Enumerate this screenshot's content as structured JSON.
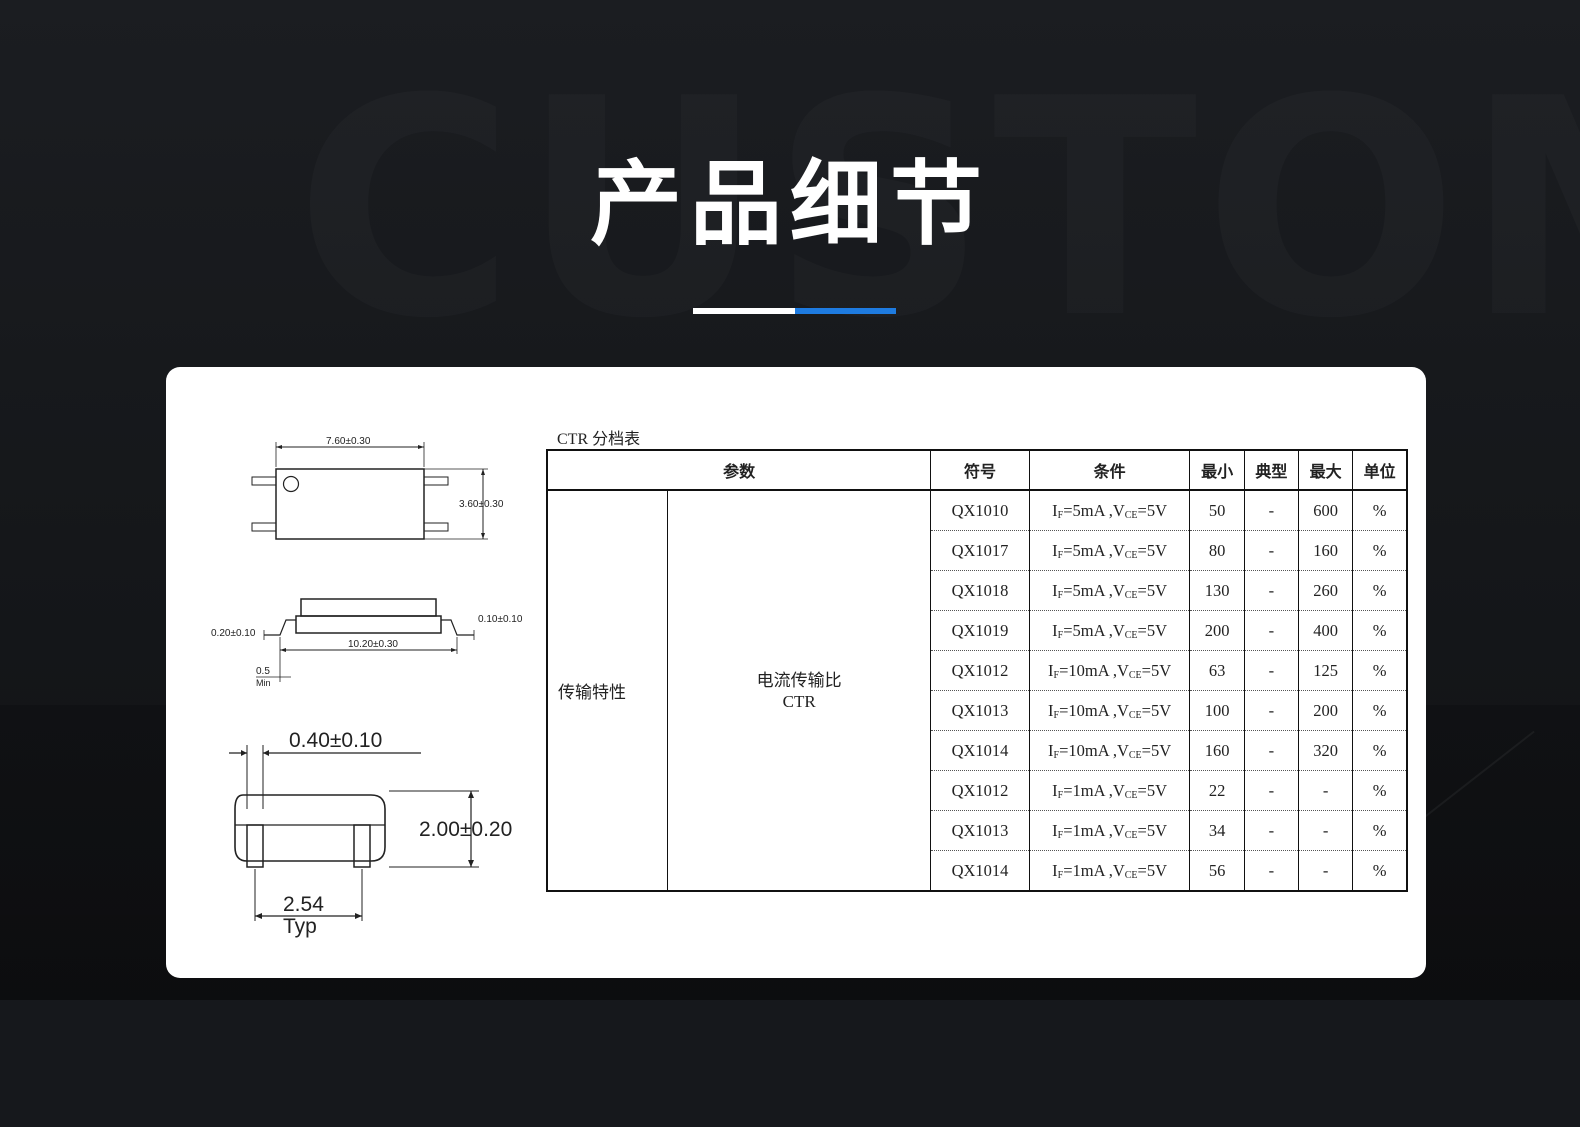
{
  "page": {
    "title": "产品细节",
    "watermark": "CUSTOM",
    "colors": {
      "background": "#16181c",
      "accent_blue": "#1e7be0",
      "accent_white": "#ffffff",
      "card": "#ffffff"
    }
  },
  "drawings": {
    "top_view": {
      "width_dim": "7.60±0.30",
      "height_dim": "3.60±0.30"
    },
    "side_view": {
      "lead_thickness": "0.20±0.10",
      "right_dim": "0.10±0.10",
      "length_dim": "10.20±0.30",
      "min_val": "0.5",
      "min_label": "Min"
    },
    "end_view": {
      "lead_width": "0.40±0.10",
      "height_dim": "2.00±0.20",
      "pitch": "2.54",
      "pitch_label": "Typ"
    }
  },
  "table": {
    "caption": "CTR 分档表",
    "headers": {
      "param": "参数",
      "symbol": "符号",
      "condition": "条件",
      "min": "最小",
      "typ": "典型",
      "max": "最大",
      "unit": "单位"
    },
    "param_group": "传输特性",
    "param_name_line1": "电流传输比",
    "param_name_line2": "CTR",
    "rows": [
      {
        "symbol": "QX1010",
        "if_val": "=5mA ,V",
        "vce_val": "=5V",
        "min": "50",
        "typ": "-",
        "max": "600",
        "unit": "%"
      },
      {
        "symbol": "QX1017",
        "if_val": "=5mA ,V",
        "vce_val": "=5V",
        "min": "80",
        "typ": "-",
        "max": "160",
        "unit": "%"
      },
      {
        "symbol": "QX1018",
        "if_val": "=5mA ,V",
        "vce_val": "=5V",
        "min": "130",
        "typ": "-",
        "max": "260",
        "unit": "%"
      },
      {
        "symbol": "QX1019",
        "if_val": "=5mA ,V",
        "vce_val": "=5V",
        "min": "200",
        "typ": "-",
        "max": "400",
        "unit": "%"
      },
      {
        "symbol": "QX1012",
        "if_val": "=10mA ,V",
        "vce_val": "=5V",
        "min": "63",
        "typ": "-",
        "max": "125",
        "unit": "%"
      },
      {
        "symbol": "QX1013",
        "if_val": "=10mA ,V",
        "vce_val": "=5V",
        "min": "100",
        "typ": "-",
        "max": "200",
        "unit": "%"
      },
      {
        "symbol": "QX1014",
        "if_val": "=10mA ,V",
        "vce_val": "=5V",
        "min": "160",
        "typ": "-",
        "max": "320",
        "unit": "%"
      },
      {
        "symbol": "QX1012",
        "if_val": "=1mA ,V",
        "vce_val": "=5V",
        "min": "22",
        "typ": "-",
        "max": "-",
        "unit": "%"
      },
      {
        "symbol": "QX1013",
        "if_val": "=1mA ,V",
        "vce_val": "=5V",
        "min": "34",
        "typ": "-",
        "max": "-",
        "unit": "%"
      },
      {
        "symbol": "QX1014",
        "if_val": "=1mA ,V",
        "vce_val": "=5V",
        "min": "56",
        "typ": "-",
        "max": "-",
        "unit": "%"
      }
    ],
    "sub_if": "F",
    "sub_ce": "CE",
    "i_letter": "I",
    "v_letter": "V"
  }
}
